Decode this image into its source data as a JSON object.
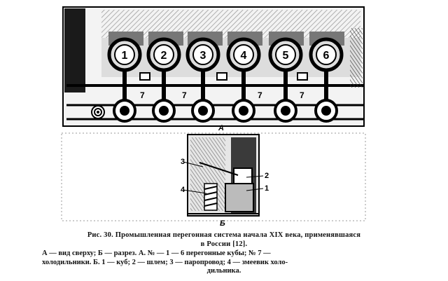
{
  "figure": {
    "still_numbers": [
      "1",
      "2",
      "3",
      "4",
      "5",
      "6"
    ],
    "cooler_number": "7",
    "view_a_letter": "А",
    "view_b_letter": "Б",
    "section_numbers": [
      "1",
      "2",
      "3",
      "4"
    ]
  },
  "caption": {
    "title_line1": "Рис. 30. Промышленная перегонная система начала XIX века, применявшаяся",
    "title_line2": "в России [12].",
    "body_line1": "А — вид сверху; Б — разрез. А. №  — 1 — 6 перегонные кубы; № 7 —",
    "body_line2": "холодильники. Б. 1 — куб; 2 — шлем; 3 — паропровод; 4 — змеевик холо-",
    "body_line3": "дильника."
  }
}
